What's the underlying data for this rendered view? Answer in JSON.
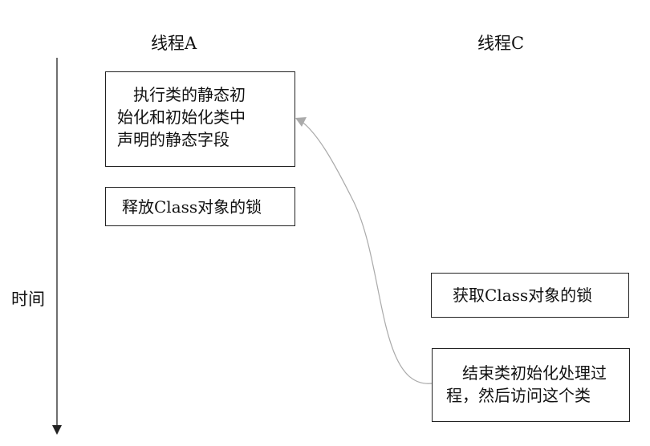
{
  "threads": {
    "a": "线程A",
    "c": "线程C"
  },
  "time_axis_label": "时间",
  "boxes": {
    "a1": "　执行类的静态初\n始化和初始化类中\n声明的静态字段",
    "a2": "释放Class对象的锁",
    "c1": "获取Class对象的锁",
    "c2": "　结束类初始化处理过\n程，然后访问这个类"
  },
  "colors": {
    "arrow": "#aaaaaa",
    "axis": "#222222",
    "border": "#222222"
  }
}
